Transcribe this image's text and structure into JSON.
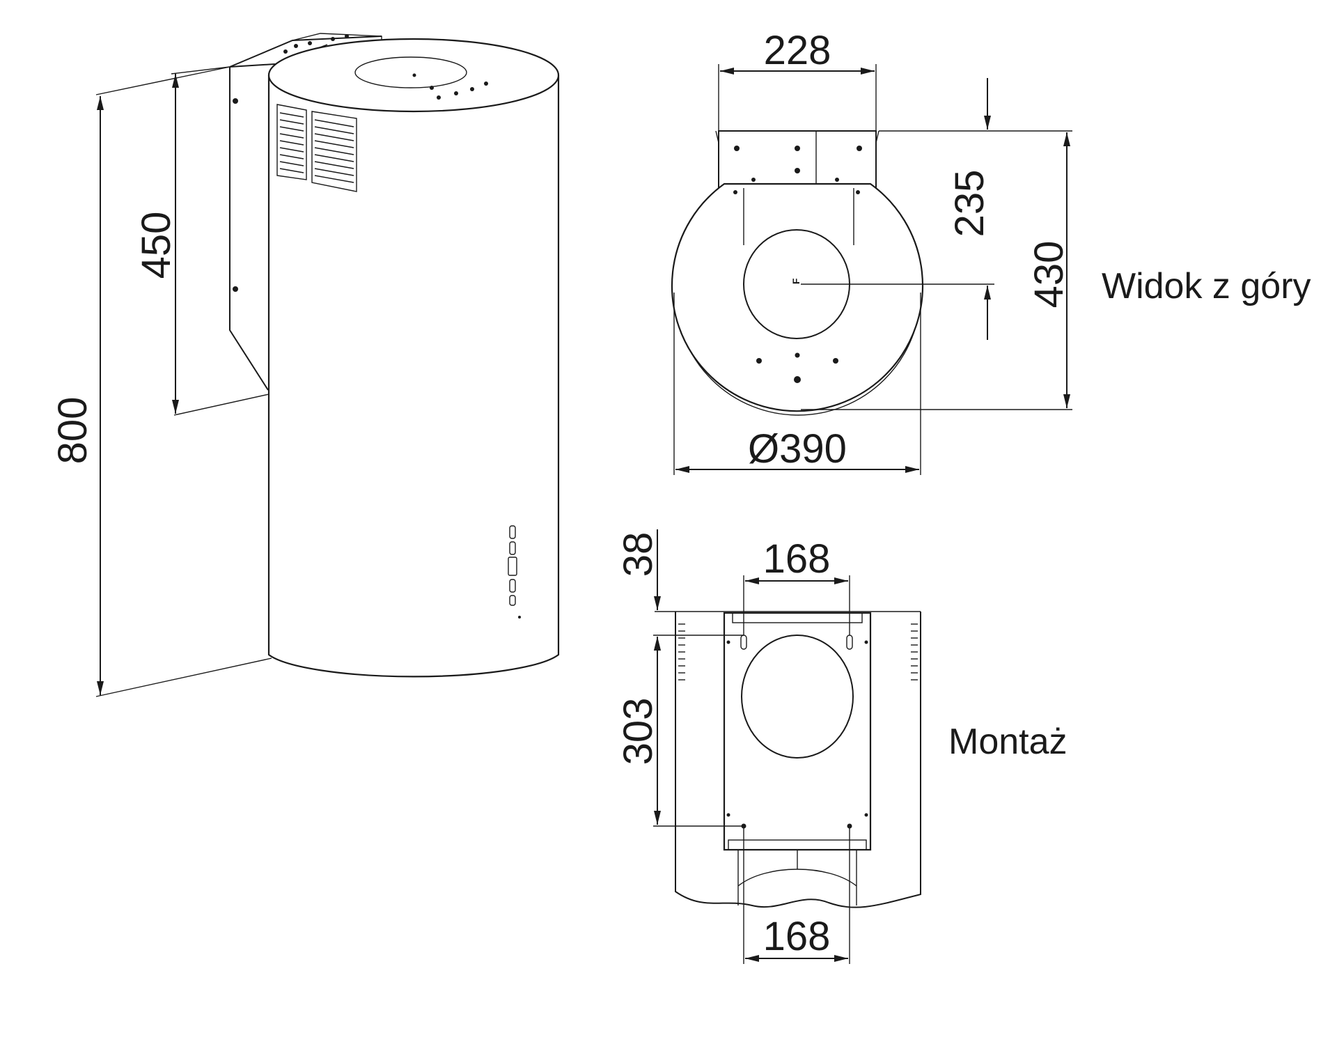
{
  "colors": {
    "line": "#1a1a1a",
    "background": "#ffffff"
  },
  "side_view": {
    "dim_total_height": "800",
    "dim_bracket_height": "450"
  },
  "top_view": {
    "caption": "Widok z góry",
    "dim_bracket_width": "228",
    "dim_depth_to_center": "235",
    "dim_total_depth": "430",
    "dim_diameter": "Ø390",
    "center_mark": "F"
  },
  "mounting_view": {
    "caption": "Montaż",
    "dim_top_offset": "38",
    "dim_hole_spacing_v": "303",
    "dim_hole_spacing_top": "168",
    "dim_hole_spacing_bottom": "168"
  }
}
